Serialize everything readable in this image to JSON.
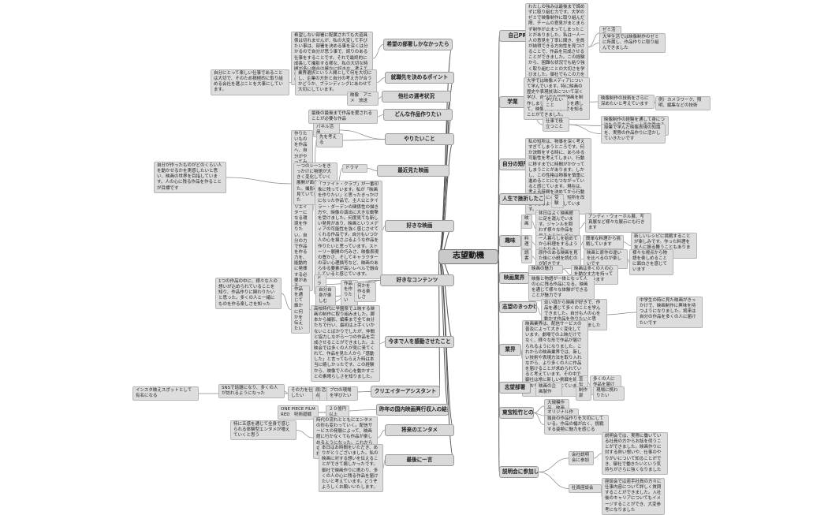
{
  "root": {
    "label": "志望動機"
  },
  "nodes": [
    {
      "id": "l1",
      "label": "希望の部署しかなかったら"
    },
    {
      "id": "l1a",
      "label": "希望しない部署に配属されても大道具係は切れませんが、私の大変して手びたい事は、部署を決める事を深くは分かるので自分が思う事で、誇りのある仕事をすることです。それで最終的に成長して撮影する様な、私の大切な時間が多い場合は確かに好きな、考えて行えることだと思います。好きな事は何を通じて得られたものです。"
    },
    {
      "id": "l2",
      "label": "就職先を決めるポイント"
    },
    {
      "id": "l2a",
      "label": "業界選択という人間として何を大切にし、企業の方針と自分の考え方が合うかどうか、ブランディングにあわせて大切にしています。"
    },
    {
      "id": "l2b",
      "label": "自分にとって楽しい仕事であることは大切で、そのため積極的に取り組める会社を選ぶことを大事にしています。"
    },
    {
      "id": "l3",
      "label": "他社の選考状況"
    },
    {
      "id": "l3a",
      "label": "映像　アニメ　放送"
    },
    {
      "id": "l4",
      "label": "どんな作品作りたい"
    },
    {
      "id": "l4a",
      "label": "最後の最後まで作品を愛されることが必要な作品"
    },
    {
      "id": "l5",
      "label": "やりたいこと"
    },
    {
      "id": "l5a",
      "label": "パネル活用"
    },
    {
      "id": "l5b",
      "label": "先を考える"
    },
    {
      "id": "l5c",
      "label": "作りたいものを作品へ、自分がやってみたいことをしっかり企画し、作品化できるクリエイターになる環境を作りたい。自分の力で作品を作る力を、能動的に発揮する必要がある"
    },
    {
      "id": "l6",
      "label": "最近見た映画"
    },
    {
      "id": "l6a",
      "label": "ドラマ"
    },
    {
      "id": "l6b",
      "label": "一つのシーンをきっかけに物語が大きく変化していく展開が面白かった。撮影の工夫も見ていて楽しかった"
    },
    {
      "id": "l6c",
      "label": "自分が作ったものがどのくらい人を動かせるかを実感したいと思い、映画の世界を目指しています。人の心に残る作品を作ることが目標です"
    },
    {
      "id": "l7",
      "label": "好きな映画"
    },
    {
      "id": "l7a",
      "label": "「ファイト・クラブ」が一番印象に残っています。私が「映画を作りたい」と思ったきっかけになった作品で、主人公とタイラー・ダーデンの関係性の描き方や、映像の演出に大きな衝撃を受けました。何度見ても新しい発見があり、映画というメディアの可能性を強く感じさせてくれる作品です。自分もいつか人の心を揺さぶるような作品を作りたいと思っています。ストーリー展開の巧みさ、映像表現の豊かさ、そしてキャラクターの深い心理描写など、映画のあらゆる要素が高いレベルで融合していると感じています。"
    },
    {
      "id": "l8",
      "label": "好きなコンテンツ"
    },
    {
      "id": "l8a",
      "label": "ドラマ"
    },
    {
      "id": "l8b",
      "label": "作品を作りたい"
    },
    {
      "id": "l8c",
      "label": "自分自身が楽しむ"
    },
    {
      "id": "l8d",
      "label": "何かを作る楽しさ"
    },
    {
      "id": "l8e",
      "label": "作品を通じて誰かに何かを伝えたい"
    },
    {
      "id": "l8f",
      "label": "1つの作品の中に、様々な人の想いが込められていることを知り、作品作りに関わりたいと思った。多くの人と一緒にものを作る楽しさを知った"
    },
    {
      "id": "l9",
      "label": "今まで人を感動させたこと"
    },
    {
      "id": "l9a",
      "label": "高校時代に学園祭で上映する映画の制作に取り組みました。脚本から撮影、編集まで全て自分たちで行い、最初は上手くいかないことばかりでしたが、仲間と協力しながら一つの作品を完成させることができました。上映会では多くの人が見に来てくれて、作品を見た人から「感動した」と言ってもらえた時は本当に嬉しかったです。この経験から、映像で人の心を動かすことの素晴らしさを知りました。"
    },
    {
      "id": "l10",
      "label": "クリエイターアシスタント"
    },
    {
      "id": "l10a",
      "label": "その力を仕事に活かしたい"
    },
    {
      "id": "l10b",
      "label": "原点"
    },
    {
      "id": "l10c",
      "label": "プロの現場を学びたい"
    },
    {
      "id": "l10d",
      "label": "インスタ映えスポットとして有名になる"
    },
    {
      "id": "l10e",
      "label": "SNSで話題になり、多くの人が訪れるようになった"
    },
    {
      "id": "l11",
      "label": "昨年の国内映画興行収入の結果"
    },
    {
      "id": "l11a",
      "label": "ONE PIECE FILM RED　呪術廻戦"
    },
    {
      "id": "l11b",
      "label": "２０億円以上"
    },
    {
      "id": "l12",
      "label": "将来のエンタメ"
    },
    {
      "id": "l12a",
      "label": "時代の流れとともにエンタメの形も変わっていく。配信サービスの発展によって、映画館に行かなくても作品が楽しめるようになった。これからも新しい形のエンタメが生まれていくと思う"
    },
    {
      "id": "l12b",
      "label": "特に五感を通じて全身で感じられる体験型エンタメが増えていくと思う"
    },
    {
      "id": "l13",
      "label": "最後に一言"
    },
    {
      "id": "l13a",
      "label": "本日はお時間をいただき、ありがとうございました。私の映画に対する想いを伝えることができて嬉しかったです。御社で映画作りに携わり、多くの人の心に残る作品を届けたいと考えています。どうぞよろしくお願いいたします。"
    },
    {
      "id": "r1",
      "label": "自己PR"
    },
    {
      "id": "r1a",
      "label": "わたしの強みは最後まで諦めずに取り組む力です。大学のゼミで映像制作に取り組んだ際、チームの意見がまとまらず制作が止まってしまったことがありました。私は一人一人の意見を丁寧に聞き、全員が納得できる方向性を見つけることで、作品を完成させることができました。この経験から、困難な状況でも粘り強く取り組むことの大切さを学びました。御社でもこの力を活かして作品作りに貢献したいと考えています。"
    },
    {
      "id": "r1b",
      "label": "ゼミ活動"
    },
    {
      "id": "r1c",
      "label": "大学生活では映像制作のゼミに所属し、作品作りに取り組んできました"
    },
    {
      "id": "r2",
      "label": "学業"
    },
    {
      "id": "r2a",
      "label": "大学では映像メディアについて学んでいます。特に映画の歴史や表現技法について深く学び、自分でも短編映画を制作しました。作品作りを通して、映像表現の奥深さを知ることができました。"
    },
    {
      "id": "r2b",
      "label": "学びたいこと"
    },
    {
      "id": "r2c",
      "label": "映像制作の技術をさらに深めたいと考えています"
    },
    {
      "id": "r2d",
      "label": "例）カメラワーク、照明、編集などの技術"
    },
    {
      "id": "r2e",
      "label": "仕事で役立つこと"
    },
    {
      "id": "r2f",
      "label": "映像制作の経験を通して身につけた企画力やチームで作業する力を活かしたいと考えています"
    },
    {
      "id": "r2g",
      "label": "授業で学んだ映像表現の知識を、実際の作品作りに活かしていきたいです"
    },
    {
      "id": "r3",
      "label": "自分の短所はなにか"
    },
    {
      "id": "r3a",
      "label": "私の短所は、物事を深く考えすぎてしまうところです。何か決断をする時に、あらゆる可能性を考えてしまい、行動に移すまでに時間がかかってしまうことがあります。しかし、この性格は物事を慎重に進めることにもつながっていると感じています。現在は、考える時間を決めてから行動するように心がけ、短所を改善できるよう努力しています。"
    },
    {
      "id": "r4",
      "label": "人生で挫折したこと"
    },
    {
      "id": "r4a",
      "label": "受験"
    },
    {
      "id": "r5",
      "label": "趣味"
    },
    {
      "id": "r5a",
      "label": "映画"
    },
    {
      "id": "r5b",
      "label": "休日はよく映画館に足を運んでいます。ジャンルを問わず様々な作品を見るようにしています"
    },
    {
      "id": "r5c",
      "label": "アンディ・ウォーホル展、写真展など様々な展示にも行きます"
    },
    {
      "id": "r5d",
      "label": "料理"
    },
    {
      "id": "r5e",
      "label": "一人暮らしを始めてから料理をするようになりました"
    },
    {
      "id": "r5f",
      "label": "簡単な料理から挑戦しています"
    },
    {
      "id": "r5g",
      "label": "新しいレシピに挑戦することが楽しみです。作った料理を友人に振る舞うこともあります"
    },
    {
      "id": "r5h",
      "label": "読書"
    },
    {
      "id": "r5i",
      "label": "原作のある映画を見た後に小説を読むのが好きです"
    },
    {
      "id": "r5j",
      "label": "映画と原作の違いを比べるのが楽しいです"
    },
    {
      "id": "r5k",
      "label": "様々な視点から物語を楽しめることに面白さを感じています"
    },
    {
      "id": "r6",
      "label": "映画業界"
    },
    {
      "id": "r6a",
      "label": "映画の魅力"
    },
    {
      "id": "r6b",
      "label": "映画は多くの人の心を動かす力を持っていると思います"
    },
    {
      "id": "r6c",
      "label": "映像と物語が一体となって人の心に残る作品になる。映画を通じて様々な体験ができることが魅力です"
    },
    {
      "id": "r7",
      "label": "志望のきっかけ"
    },
    {
      "id": "r7a",
      "label": "幼い頃から映画が好きで、作品を通じて多くのことを学んできました。自分も人の心を動かす作品を作りたいと思い、この業界を志望しました"
    },
    {
      "id": "r7b",
      "label": "中学生の時に見た映画がきっかけで、映画制作に興味を持つようになりました。将来は自分の作品を多くの人に届けたいです"
    },
    {
      "id": "r8",
      "label": "業界"
    },
    {
      "id": "r8a",
      "label": "映画業界は、配信サービスの普及によって大きく変化しています。劇場での上映だけでなく、様々な形で作品が届けられるようになりました。これからの映画業界では、新しい技術や表現方法を取り入れながら、より多くの人に作品を届けることが求められていると考えています。その中で御社は常に新しい挑戦を続けており、魅力を感じています。"
    },
    {
      "id": "r9",
      "label": "志望部署"
    },
    {
      "id": "r9a",
      "label": "映画の企画製作"
    },
    {
      "id": "r9b",
      "label": "宣伝"
    },
    {
      "id": "r9c",
      "label": "多くの人に作品を届けたい"
    },
    {
      "id": "r9d",
      "label": "制作部"
    },
    {
      "id": "r9e",
      "label": "現場に携わりたい"
    },
    {
      "id": "r10",
      "label": "東宝松竹との違い"
    },
    {
      "id": "r10a",
      "label": "大規模作品、映画"
    },
    {
      "id": "r10b",
      "label": "オリジナル作品、アニメ"
    },
    {
      "id": "r10c",
      "label": "独自の作品作りを大切にしている。作品の幅が広く、挑戦する姿勢に魅力を感じる"
    },
    {
      "id": "r11",
      "label": "説明会に参加したか"
    },
    {
      "id": "r11a",
      "label": "会社説明会に参加"
    },
    {
      "id": "r11b",
      "label": "説明会では、実際に働いている社員の方からお話を伺うことができました。映画作りに対する熱い想いや、仕事のやりがいについて知ることができ、御社で働きたいという気持ちがさらに強くなりました"
    },
    {
      "id": "r11c",
      "label": "社員座談会"
    },
    {
      "id": "r11d",
      "label": "座談会では若手社員の方々に仕事内容について詳しく質問することができました。入社後のキャリアについてもイメージすることができ、大変参考になりました"
    }
  ]
}
